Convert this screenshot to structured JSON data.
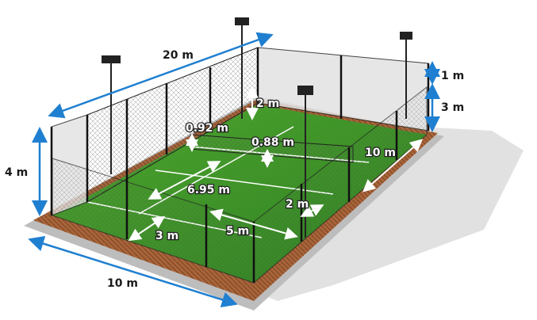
{
  "diagram": {
    "title": "Padel court dimensions",
    "colors": {
      "arrow_blue": "#1f7fd0",
      "turf": "#3f9a2a",
      "wood": "#a8643a",
      "shadow": "#d6d6d6"
    },
    "labels": {
      "length": "20 m",
      "width_front": "10 m",
      "wall_height_side": "4 m",
      "wall_top_section": "1 m",
      "wall_bottom_section": "3 m",
      "side_glass_step": "2 m",
      "net_post_height": "0.92 m",
      "net_center_height": "0.88 m",
      "service_line_distance": "6.95 m",
      "side_length": "10 m",
      "side_glass_width": "2 m",
      "service_box_width": "3 m",
      "half_width": "5 m"
    }
  }
}
